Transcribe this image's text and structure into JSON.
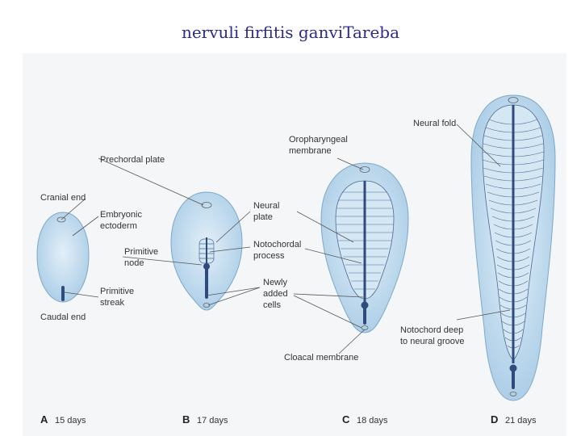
{
  "title": "nervuli firfitis ganviTareba",
  "labels": {
    "cranial_end": "Cranial end",
    "caudal_end": "Caudal end",
    "prechordal_plate": "Prechordal plate",
    "embryonic_ectoderm_1": "Embryonic",
    "embryonic_ectoderm_2": "ectoderm",
    "primitive_node_1": "Primitive",
    "primitive_node_2": "node",
    "primitive_streak_1": "Primitive",
    "primitive_streak_2": "streak",
    "neural_plate_1": "Neural",
    "neural_plate_2": "plate",
    "notochordal_process_1": "Notochordal",
    "notochordal_process_2": "process",
    "newly_added_1": "Newly",
    "newly_added_2": "added",
    "newly_added_3": "cells",
    "oropharyngeal_1": "Oropharyngeal",
    "oropharyngeal_2": "membrane",
    "cloacal_membrane": "Cloacal membrane",
    "neural_fold": "Neural fold",
    "notochord_deep_1": "Notochord deep",
    "notochord_deep_2": "to neural groove"
  },
  "stages": [
    {
      "letter": "A",
      "days": "15 days"
    },
    {
      "letter": "B",
      "days": "17 days"
    },
    {
      "letter": "C",
      "days": "18 days"
    },
    {
      "letter": "D",
      "days": "21 days"
    }
  ],
  "colors": {
    "title": "#2b2b8c",
    "embryo_fill": "#a9cce6",
    "embryo_inner": "#d5e7f3",
    "notochord": "#2f4b7c",
    "line": "#555555"
  }
}
